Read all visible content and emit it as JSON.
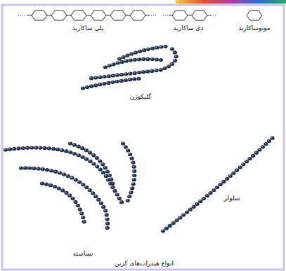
{
  "diagram": {
    "caption": "انواع هیدرات‌های کربن",
    "labels": [
      "پلی ساکارید",
      "دی ساکارید",
      "مونوساکارید",
      "گلیکوژن",
      "سلولز",
      "نشاسته"
    ]
  }
}
